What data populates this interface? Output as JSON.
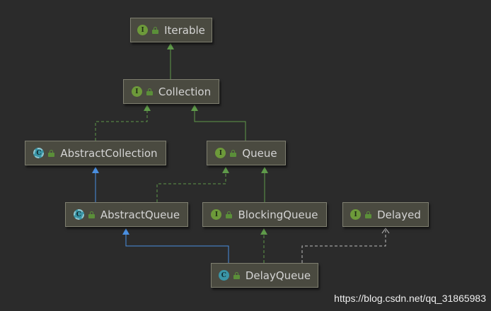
{
  "nodes": {
    "iterable": {
      "label": "Iterable",
      "kind": "interface"
    },
    "collection": {
      "label": "Collection",
      "kind": "interface"
    },
    "abstract_collection": {
      "label": "AbstractCollection",
      "kind": "abstract"
    },
    "queue": {
      "label": "Queue",
      "kind": "interface"
    },
    "abstract_queue": {
      "label": "AbstractQueue",
      "kind": "abstract"
    },
    "blocking_queue": {
      "label": "BlockingQueue",
      "kind": "interface"
    },
    "delayed": {
      "label": "Delayed",
      "kind": "interface"
    },
    "delay_queue": {
      "label": "DelayQueue",
      "kind": "class"
    }
  },
  "badges": {
    "interface": "I",
    "class": "C"
  },
  "colors": {
    "extends_interface": "#5f9a4a",
    "extends_class": "#4a8fe0",
    "implements": "#5f9a4a",
    "dependency": "#bdbdbd"
  },
  "watermark": "https://blog.csdn.net/qq_31865983"
}
